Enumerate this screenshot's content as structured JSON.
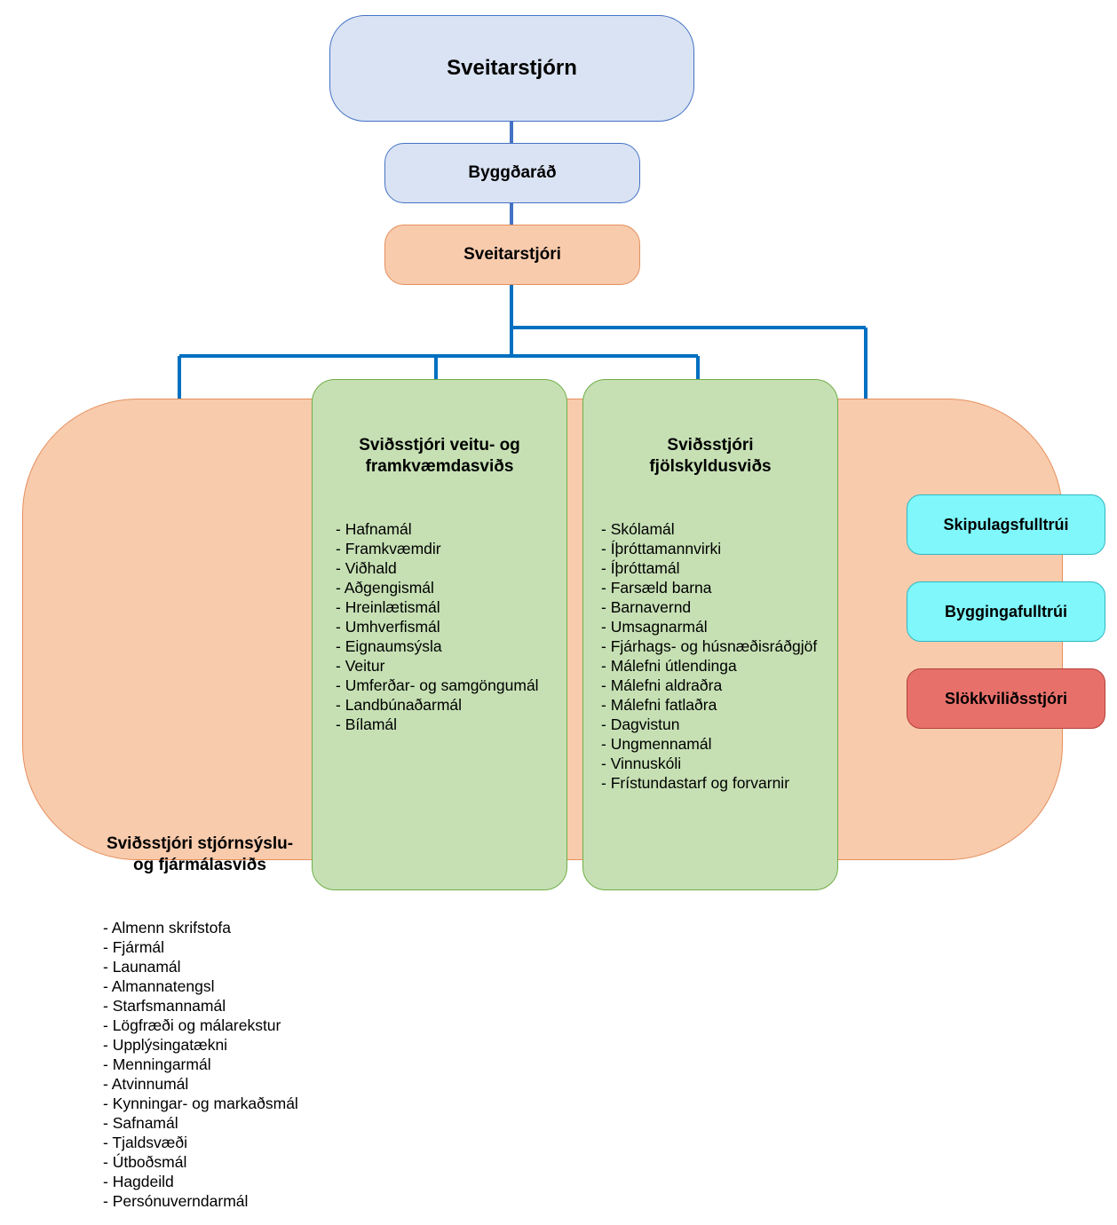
{
  "colors": {
    "connector": "#0070c0",
    "connector_top": "#4472c4",
    "blue_fill": "#dae3f3",
    "peach_fill": "#f8cbad",
    "green_fill": "#c6e0b4",
    "cyan_fill": "#7ff7fb",
    "red_fill": "#e8706b"
  },
  "top": {
    "council": "Sveitarstjórn",
    "board": "Byggðaráð",
    "mayor": "Sveitarstjóri"
  },
  "divisions": [
    {
      "title": "Sviðsstjóri stjórnsýslu-\nog fjármálasviðs",
      "items": [
        "- Almenn skrifstofa",
        "- Fjármál",
        "- Launamál",
        "- Almannatengsl",
        "- Starfsmannamál",
        "- Lögfræði og málarekstur",
        "- Upplýsingatækni",
        "- Menningarmál",
        "- Atvinnumál",
        "- Kynningar- og markaðsmál",
        "- Safnamál",
        "- Tjaldsvæði",
        "- Útboðsmál",
        "- Hagdeild",
        "- Persónuverndarmál"
      ]
    },
    {
      "title": "Sviðsstjóri veitu- og\nframkvæmdasviðs",
      "items": [
        "- Hafnamál",
        "- Framkvæmdir",
        "- Viðhald",
        "- Aðgengismál",
        "- Hreinlætismál",
        "- Umhverfismál",
        "- Eignaumsýsla",
        "- Veitur",
        "- Umferðar- og samgöngumál",
        "- Landbúnaðarmál",
        "- Bílamál"
      ]
    },
    {
      "title": "Sviðsstjóri\nfjölskyldusviðs",
      "items": [
        "- Skólamál",
        "- Íþróttamannvirki",
        "- Íþróttamál",
        "- Farsæld barna",
        "- Barnavernd",
        "- Umsagnarmál",
        "- Fjárhags- og húsnæðisráðgjöf",
        "- Málefni útlendinga",
        "- Málefni aldraðra",
        "- Málefni fatlaðra",
        "- Dagvistun",
        "- Ungmennamál",
        "- Vinnuskóli",
        "- Frístundastarf og forvarnir"
      ]
    }
  ],
  "officers": [
    "Skipulagsfulltrúi",
    "Byggingafulltrúi",
    "Slökkviliðsstjóri"
  ]
}
